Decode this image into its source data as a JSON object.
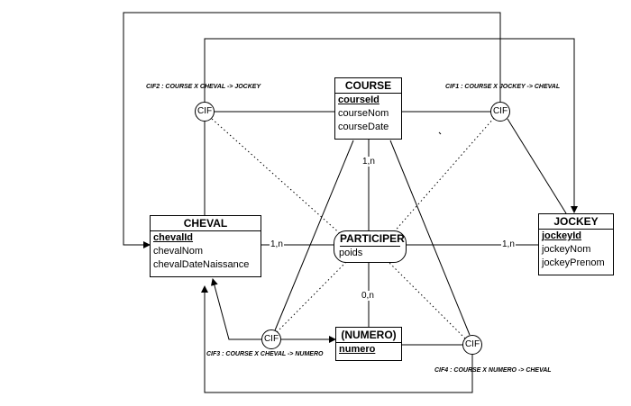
{
  "entities": {
    "course": {
      "name": "COURSE",
      "key": "courseId",
      "attrs": [
        "courseNom",
        "courseDate"
      ]
    },
    "cheval": {
      "name": "CHEVAL",
      "key": "chevalId",
      "attrs": [
        "chevalNom",
        "chevalDateNaissance"
      ]
    },
    "jockey": {
      "name": "JOCKEY",
      "key": "jockeyId",
      "attrs": [
        "jockeyNom",
        "jockeyPrenom"
      ]
    },
    "numero": {
      "name": "(NUMERO)",
      "key": "numero",
      "attrs": []
    }
  },
  "association": {
    "name": "PARTICIPER",
    "attrs": [
      "poids"
    ]
  },
  "cifs": {
    "cif1": {
      "label": "CIF",
      "caption": "CIF1 : COURSE X JOCKEY -> CHEVAL"
    },
    "cif2": {
      "label": "CIF",
      "caption": "CIF2 : COURSE X CHEVAL -> JOCKEY"
    },
    "cif3": {
      "label": "CIF",
      "caption": "CIF3 : COURSE X CHEVAL -> NUMERO"
    },
    "cif4": {
      "label": "CIF",
      "caption": "CIF4 : COURSE X  NUMERO  -> CHEVAL"
    }
  },
  "cardinalities": {
    "course": "1,n",
    "cheval": "1,n",
    "jockey": "1,n",
    "numero": "0,n"
  }
}
